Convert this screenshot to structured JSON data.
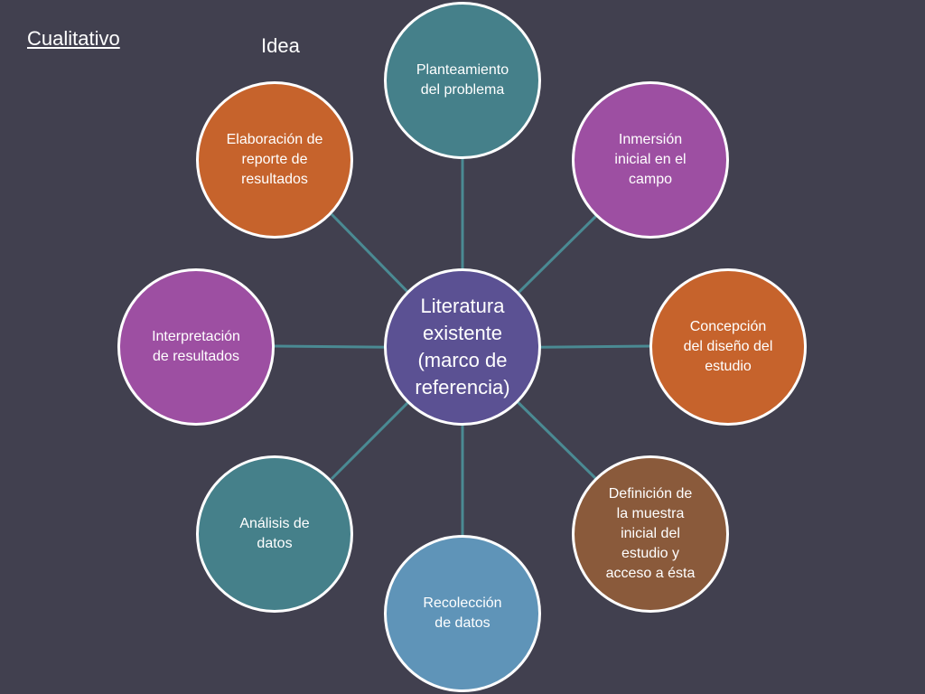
{
  "corner_title": "Cualitativo",
  "idea_label": "Idea",
  "colors": {
    "background": "#41404f",
    "teal": "#45808a",
    "purple": "#9d4fa2",
    "orange": "#c6632c",
    "brown": "#8a5a3b",
    "blue": "#5f94b8",
    "navy": "#5b5193",
    "connector": "#4a8a93"
  },
  "center": {
    "label": "Literatura\nexistente\n(marco de\nreferencia)"
  },
  "nodes": [
    {
      "id": "planteamiento",
      "label": "Planteamiento\ndel problema"
    },
    {
      "id": "inmersion",
      "label": "Inmersión\ninicial en el\ncampo"
    },
    {
      "id": "concepcion",
      "label": "Concepción\ndel diseño del\nestudio"
    },
    {
      "id": "definicion",
      "label": "Definición de\nla muestra\ninicial del\nestudio  y\nacceso a ésta"
    },
    {
      "id": "recoleccion",
      "label": "Recolección\nde datos"
    },
    {
      "id": "analisis",
      "label": "Análisis de\ndatos"
    },
    {
      "id": "interpretacion",
      "label": "Interpretación\nde resultados"
    },
    {
      "id": "elaboracion",
      "label": "Elaboración de\nreporte de\nresultados"
    }
  ]
}
